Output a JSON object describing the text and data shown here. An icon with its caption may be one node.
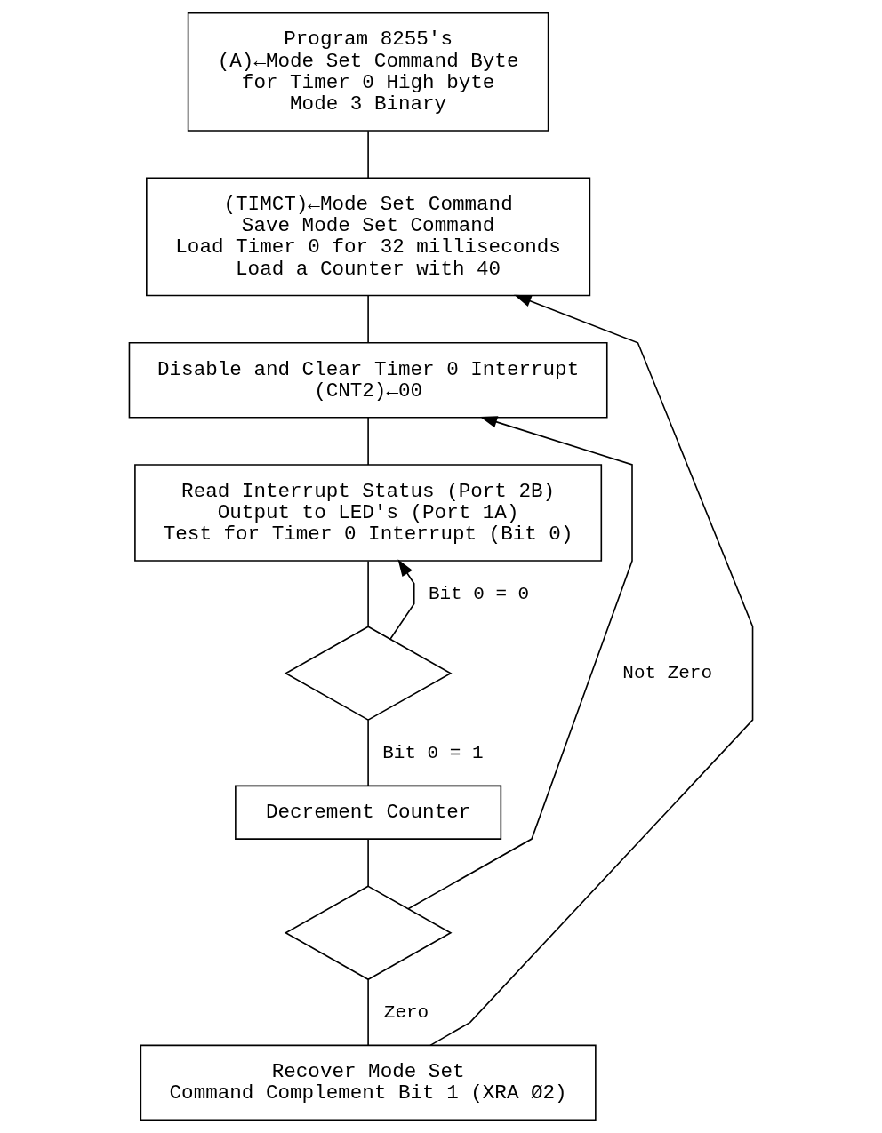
{
  "diagram": {
    "nodes": [
      {
        "text": [
          "Program 8255's (A)←Mode Set Command Byte for Timer 0 High byte Mode 3 Binary"
        ]
      },
      {
        "text": [
          "(TIMCT)←Mode Set Command Save Mode Set Command Load Timer 0 for 32 milliseconds Load a Counter with 40"
        ]
      },
      {
        "text": [
          "Disable and Clear Timer 0 Interrupt (CNT2)←00"
        ]
      },
      {
        "text": [
          "Read Interrupt Status (Port 2B) Output to LED's (Port 1A) Test for Timer 0 Interrupt (Bit 0)"
        ]
      },
      {
        "text": [],
        "shape": "diamond"
      },
      {
        "text": [
          "Decrement Counter"
        ]
      },
      {
        "text": [],
        "shape": "diamond"
      },
      {
        "text": [
          "Recover Mode Set Command Complement Bit 1 (XRA Ø2)"
        ]
      }
    ],
    "edges": [
      {
        "from": 0,
        "to": 1,
        "arrow": "none"
      },
      {
        "from": 7,
        "to": 1,
        "arrow": "to"
      },
      {
        "from": 1,
        "to": 2,
        "arrow": "none"
      },
      {
        "from": 6,
        "to": 2,
        "arrow": "to",
        "label": "Not Zero"
      },
      {
        "from": 2,
        "to": 3,
        "arrow": "none"
      },
      {
        "from": 4,
        "to": 3,
        "arrow": "to",
        "label": "Bit 0 = 0"
      },
      {
        "from": 3,
        "to": 4,
        "arrow": "none"
      },
      {
        "from": 4,
        "to": 5,
        "arrow": "none",
        "label": "Bit 0 = 1"
      },
      {
        "from": 5,
        "to": 6,
        "arrow": "none"
      },
      {
        "from": 6,
        "to": 7,
        "arrow": "none",
        "label": "Zero"
      }
    ]
  }
}
